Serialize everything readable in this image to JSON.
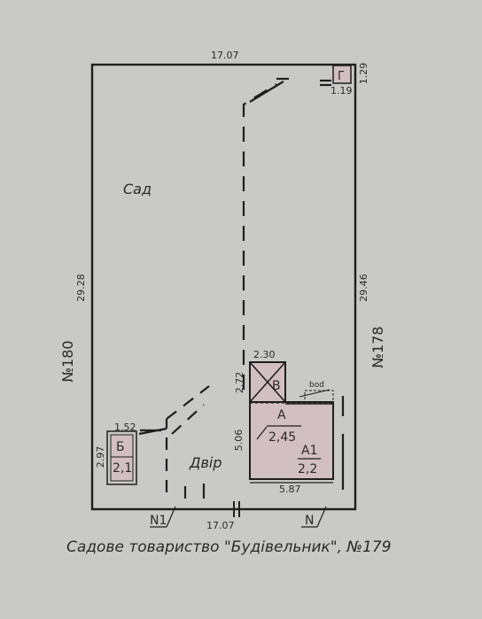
{
  "plot": {
    "top_length": "17.07",
    "bottom_length": "17.07",
    "left_length": "29.28",
    "right_length": "29.46"
  },
  "neighbors": {
    "left": "№180",
    "right": "№178"
  },
  "zones": {
    "garden": "Сад",
    "yard": "Двір"
  },
  "buildings": {
    "g": {
      "letter": "Г",
      "width": "1.19",
      "depth": "1.29"
    },
    "b_shed": {
      "letter": "Б",
      "height": "2,1",
      "width": "1.52",
      "depth": "2.97"
    },
    "v": {
      "letter": "В",
      "width": "2.30",
      "depth": "2.72"
    },
    "house_a": {
      "letter": "А",
      "height": "2,45",
      "depth": "5.06"
    },
    "house_a1": {
      "letter": "А1",
      "height": "2,2",
      "width": "5.87"
    },
    "porch": "bod"
  },
  "markers": {
    "n1": "N1",
    "n": "N"
  },
  "caption": "Садове товариство \"Будівельник\", №179",
  "colors": {
    "line": "#1e1e1e",
    "fill_pink": "#d2bfc1",
    "background": "#c9c9c7"
  }
}
